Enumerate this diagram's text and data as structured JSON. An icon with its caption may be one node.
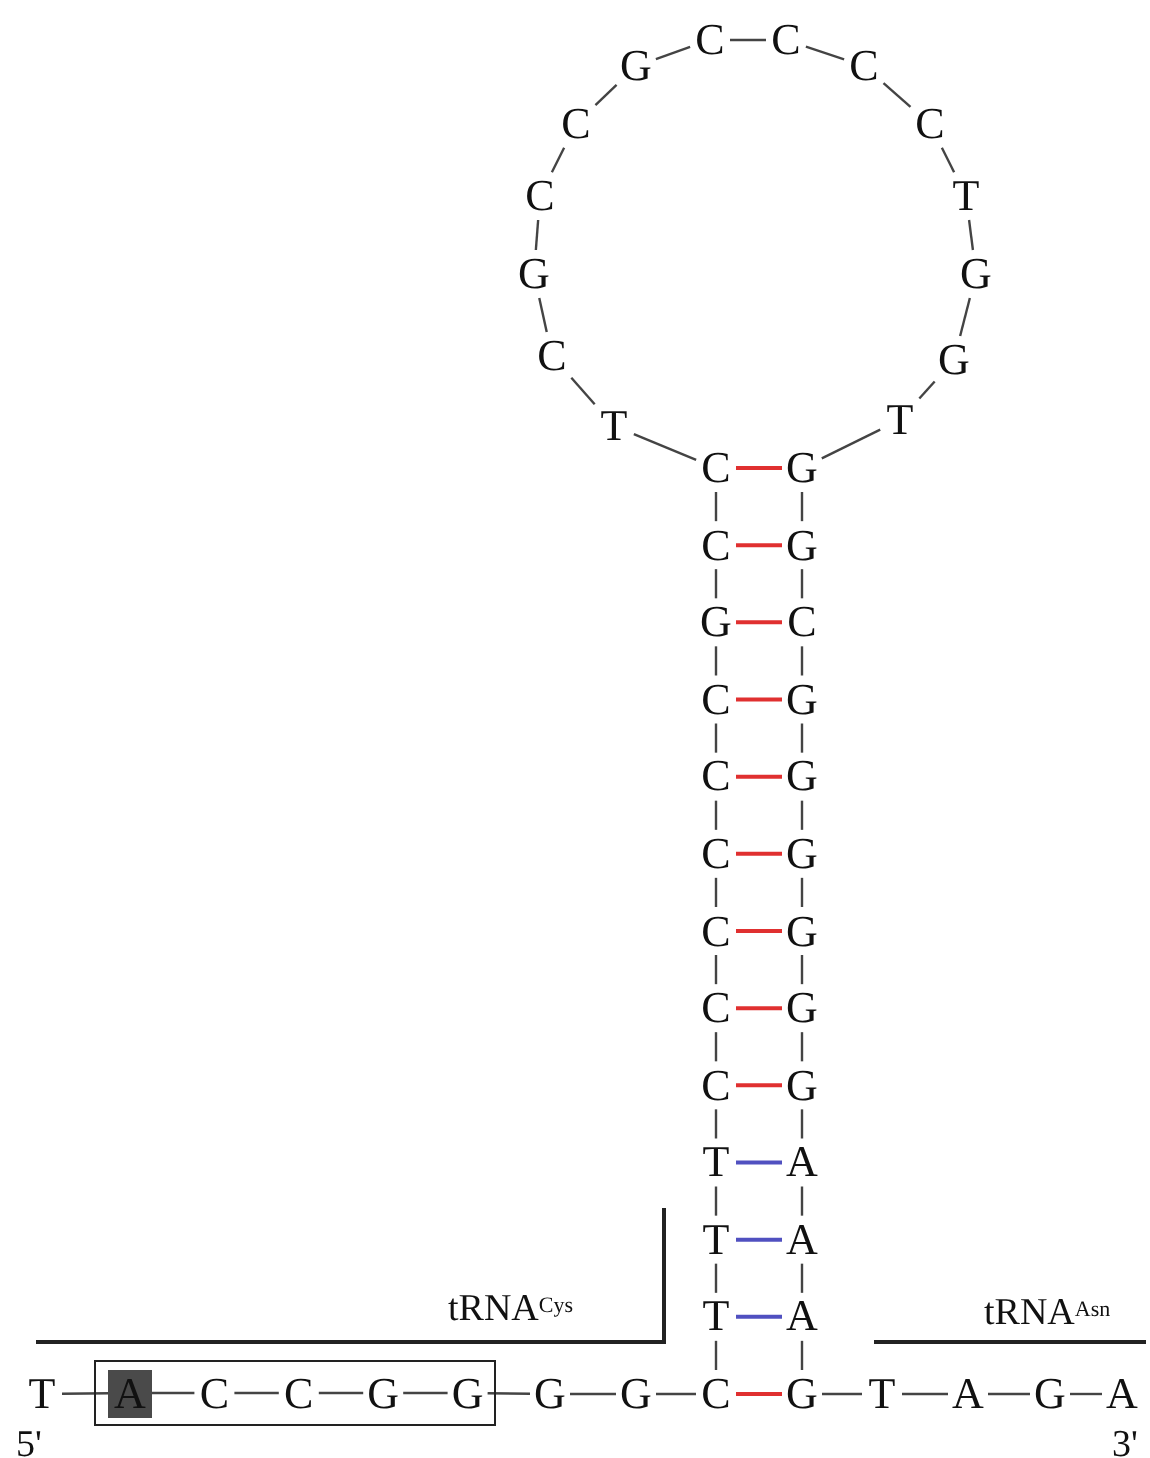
{
  "diagram": {
    "nodes": [
      {
        "text": [],
        "shape": "box"
      },
      {
        "text": [
          "T"
        ]
      },
      {
        "text": [
          "A"
        ],
        "in": 0
      },
      {
        "text": [
          "C"
        ],
        "in": 0
      },
      {
        "text": [
          "C"
        ],
        "in": 0
      },
      {
        "text": [
          "G"
        ],
        "in": 0
      },
      {
        "text": [
          "G"
        ],
        "in": 0
      },
      {
        "text": [
          "G"
        ]
      },
      {
        "text": [
          "G"
        ]
      },
      {
        "text": [
          "C"
        ]
      },
      {
        "text": [
          "T"
        ]
      },
      {
        "text": [
          "T"
        ]
      },
      {
        "text": [
          "T"
        ]
      },
      {
        "text": [
          "C"
        ]
      },
      {
        "text": [
          "C"
        ]
      },
      {
        "text": [
          "C"
        ]
      },
      {
        "text": [
          "C"
        ]
      },
      {
        "text": [
          "C"
        ]
      },
      {
        "text": [
          "C"
        ]
      },
      {
        "text": [
          "G"
        ]
      },
      {
        "text": [
          "C"
        ]
      },
      {
        "text": [
          "C"
        ]
      },
      {
        "text": [
          "T"
        ]
      },
      {
        "text": [
          "C"
        ]
      },
      {
        "text": [
          "G"
        ]
      },
      {
        "text": [
          "C"
        ]
      },
      {
        "text": [
          "C"
        ]
      },
      {
        "text": [
          "G"
        ]
      },
      {
        "text": [
          "C"
        ]
      },
      {
        "text": [
          "C"
        ]
      },
      {
        "text": [
          "C"
        ]
      },
      {
        "text": [
          "C"
        ]
      },
      {
        "text": [
          "T"
        ]
      },
      {
        "text": [
          "G"
        ]
      },
      {
        "text": [
          "G"
        ]
      },
      {
        "text": [
          "T"
        ]
      },
      {
        "text": [
          "G"
        ]
      },
      {
        "text": [
          "G"
        ]
      },
      {
        "text": [
          "C"
        ]
      },
      {
        "text": [
          "G"
        ]
      },
      {
        "text": [
          "G"
        ]
      },
      {
        "text": [
          "G"
        ]
      },
      {
        "text": [
          "G"
        ]
      },
      {
        "text": [
          "G"
        ]
      },
      {
        "text": [
          "G"
        ]
      },
      {
        "text": [
          "A"
        ]
      },
      {
        "text": [
          "A"
        ]
      },
      {
        "text": [
          "A"
        ]
      },
      {
        "text": [
          "G"
        ]
      },
      {
        "text": [
          "T"
        ]
      },
      {
        "text": [
          "A"
        ]
      },
      {
        "text": [
          "G"
        ]
      },
      {
        "text": [
          "A"
        ]
      }
    ],
    "edges": [
      {
        "from": 1,
        "to": 2,
        "arrow": "none"
      },
      {
        "from": 2,
        "to": 3,
        "arrow": "none"
      },
      {
        "from": 3,
        "to": 4,
        "arrow": "none"
      },
      {
        "from": 4,
        "to": 5,
        "arrow": "none"
      },
      {
        "from": 5,
        "to": 6,
        "arrow": "none"
      },
      {
        "from": 6,
        "to": 7,
        "arrow": "none"
      },
      {
        "from": 7,
        "to": 8,
        "arrow": "none"
      },
      {
        "from": 8,
        "to": 9,
        "arrow": "none"
      },
      {
        "from": 9,
        "to": 10,
        "arrow": "none"
      },
      {
        "from": 10,
        "to": 11,
        "arrow": "none"
      },
      {
        "from": 11,
        "to": 12,
        "arrow": "none"
      },
      {
        "from": 12,
        "to": 13,
        "arrow": "none"
      },
      {
        "from": 13,
        "to": 14,
        "arrow": "none"
      },
      {
        "from": 14,
        "to": 15,
        "arrow": "none"
      },
      {
        "from": 15,
        "to": 16,
        "arrow": "none"
      },
      {
        "from": 16,
        "to": 17,
        "arrow": "none"
      },
      {
        "from": 17,
        "to": 18,
        "arrow": "none"
      },
      {
        "from": 18,
        "to": 19,
        "arrow": "none"
      },
      {
        "from": 19,
        "to": 20,
        "arrow": "none"
      },
      {
        "from": 20,
        "to": 21,
        "arrow": "none"
      },
      {
        "from": 21,
        "to": 22,
        "arrow": "none"
      },
      {
        "from": 22,
        "to": 23,
        "arrow": "none"
      },
      {
        "from": 23,
        "to": 24,
        "arrow": "none"
      },
      {
        "from": 24,
        "to": 25,
        "arrow": "none"
      },
      {
        "from": 25,
        "to": 26,
        "arrow": "none"
      },
      {
        "from": 26,
        "to": 27,
        "arrow": "none"
      },
      {
        "from": 27,
        "to": 28,
        "arrow": "none"
      },
      {
        "from": 28,
        "to": 29,
        "arrow": "none"
      },
      {
        "from": 29,
        "to": 30,
        "arrow": "none"
      },
      {
        "from": 30,
        "to": 31,
        "arrow": "none"
      },
      {
        "from": 31,
        "to": 32,
        "arrow": "none"
      },
      {
        "from": 32,
        "to": 33,
        "arrow": "none"
      },
      {
        "from": 33,
        "to": 34,
        "arrow": "none"
      },
      {
        "from": 34,
        "to": 35,
        "arrow": "none"
      },
      {
        "from": 35,
        "to": 36,
        "arrow": "none"
      },
      {
        "from": 36,
        "to": 37,
        "arrow": "none"
      },
      {
        "from": 37,
        "to": 38,
        "arrow": "none"
      },
      {
        "from": 38,
        "to": 39,
        "arrow": "none"
      },
      {
        "from": 39,
        "to": 40,
        "arrow": "none"
      },
      {
        "from": 40,
        "to": 41,
        "arrow": "none"
      },
      {
        "from": 41,
        "to": 42,
        "arrow": "none"
      },
      {
        "from": 42,
        "to": 43,
        "arrow": "none"
      },
      {
        "from": 43,
        "to": 44,
        "arrow": "none"
      },
      {
        "from": 44,
        "to": 45,
        "arrow": "none"
      },
      {
        "from": 45,
        "to": 46,
        "arrow": "none"
      },
      {
        "from": 46,
        "to": 47,
        "arrow": "none"
      },
      {
        "from": 47,
        "to": 48,
        "arrow": "none"
      },
      {
        "from": 48,
        "to": 49,
        "arrow": "none"
      },
      {
        "from": 49,
        "to": 50,
        "arrow": "none"
      },
      {
        "from": 50,
        "to": 51,
        "arrow": "none"
      },
      {
        "from": 51,
        "to": 52,
        "arrow": "none"
      },
      {
        "from": 21,
        "to": 36,
        "arrow": "none",
        "color": "#e03030"
      },
      {
        "from": 20,
        "to": 37,
        "arrow": "none",
        "color": "#e03030"
      },
      {
        "from": 19,
        "to": 38,
        "arrow": "none",
        "color": "#e03030"
      },
      {
        "from": 18,
        "to": 39,
        "arrow": "none",
        "color": "#e03030"
      },
      {
        "from": 17,
        "to": 40,
        "arrow": "none",
        "color": "#e03030"
      },
      {
        "from": 16,
        "to": 41,
        "arrow": "none",
        "color": "#e03030"
      },
      {
        "from": 15,
        "to": 42,
        "arrow": "none",
        "color": "#e03030"
      },
      {
        "from": 14,
        "to": 43,
        "arrow": "none",
        "color": "#e03030"
      },
      {
        "from": 13,
        "to": 44,
        "arrow": "none",
        "color": "#e03030"
      },
      {
        "from": 12,
        "to": 45,
        "arrow": "none",
        "color": "#5050c0"
      },
      {
        "from": 11,
        "to": 46,
        "arrow": "none",
        "color": "#5050c0"
      },
      {
        "from": 10,
        "to": 47,
        "arrow": "none",
        "color": "#5050c0"
      },
      {
        "from": 9,
        "to": 48,
        "arrow": "none",
        "color": "#e03030"
      }
    ],
    "labels": [
      "tRNA$^{Cys}$",
      "tRNA$^{Asn}$",
      "5'",
      "3'"
    ]
  }
}
